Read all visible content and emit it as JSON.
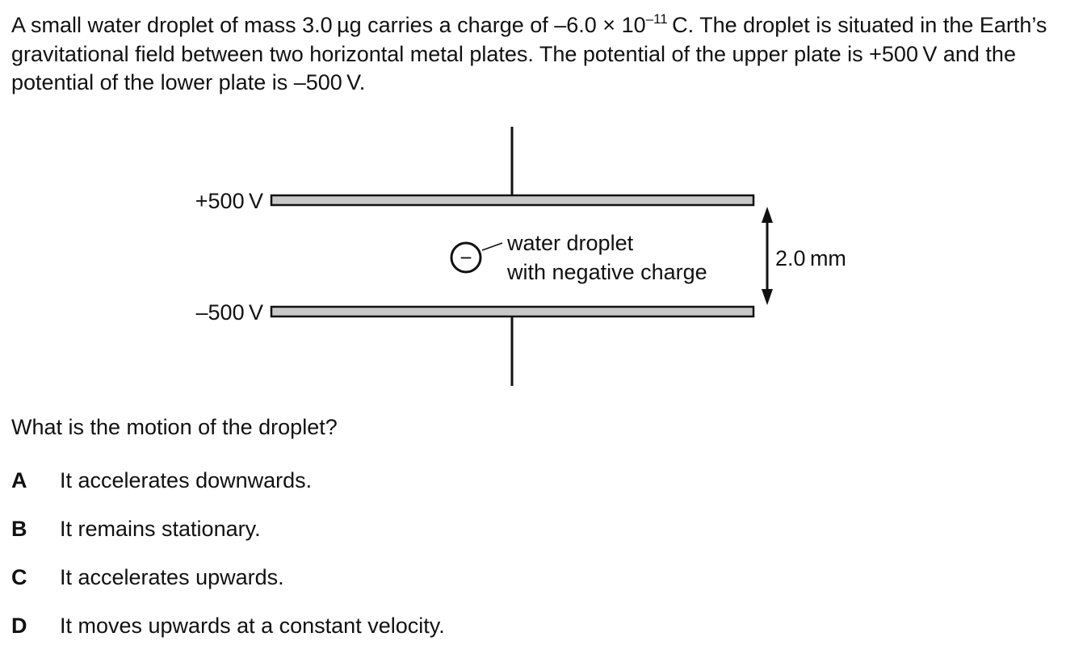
{
  "intro": {
    "part1": "A small water droplet of mass 3.0 µg carries a charge of –6.0 × 10",
    "exponent": "–11",
    "part2": " C. The droplet is situated in the Earth’s gravitational field between two horizontal metal plates. The potential of the upper plate is +500 V and the potential of the lower plate is –500 V."
  },
  "diagram": {
    "upper_plate_label": "+500 V",
    "lower_plate_label": "–500 V",
    "droplet_sign": "−",
    "droplet_label_line1": "water droplet",
    "droplet_label_line2": "with negative charge",
    "separation_label": "2.0 mm",
    "plate_color": "#c8c8c8"
  },
  "question": "What is the motion of the droplet?",
  "options": [
    {
      "letter": "A",
      "text": "It accelerates downwards."
    },
    {
      "letter": "B",
      "text": "It remains stationary."
    },
    {
      "letter": "C",
      "text": "It accelerates upwards."
    },
    {
      "letter": "D",
      "text": "It moves upwards at a constant velocity."
    }
  ]
}
